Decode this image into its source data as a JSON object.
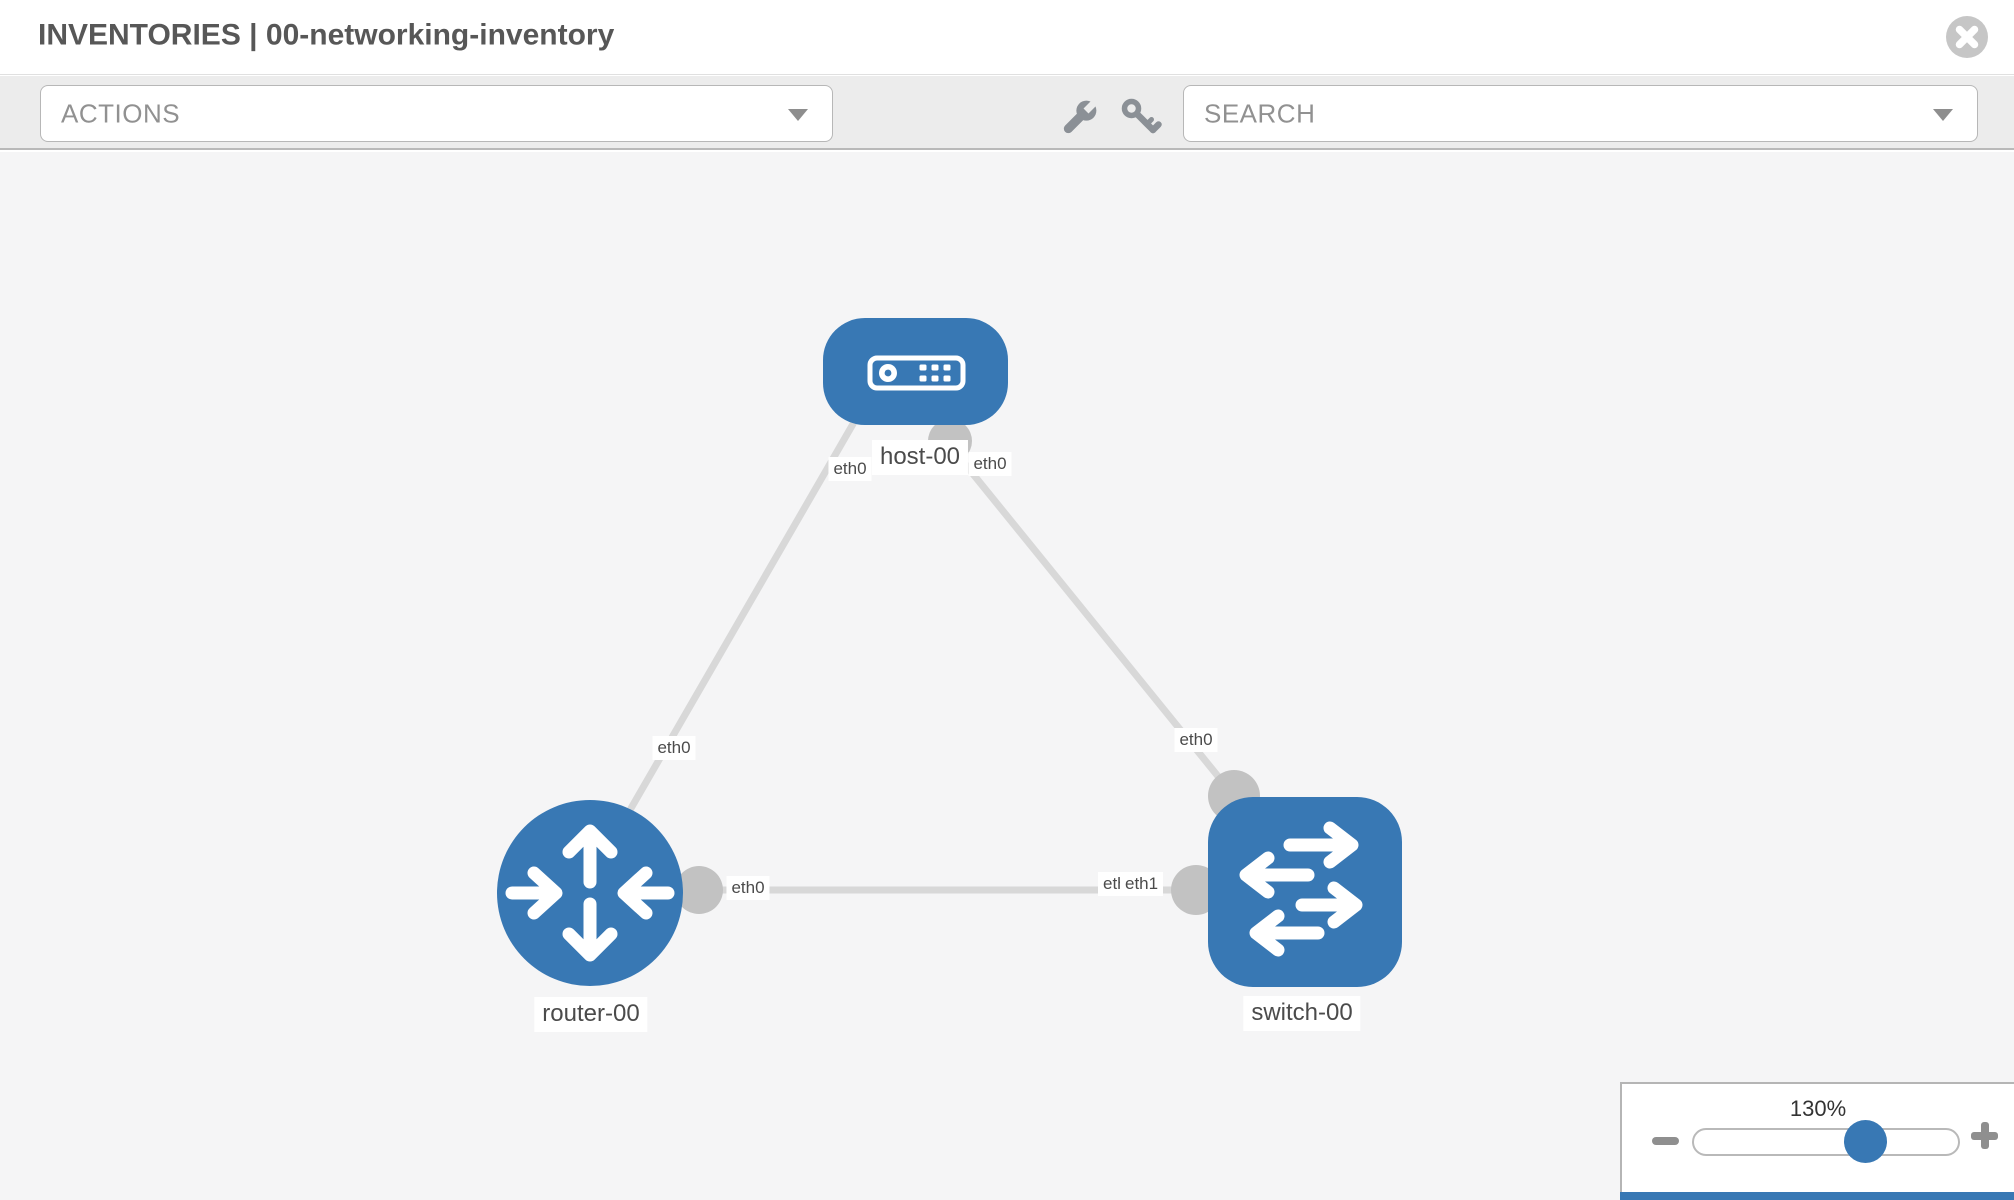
{
  "header": {
    "title": "INVENTORIES | 00-networking-inventory"
  },
  "toolbar": {
    "actions_label": "ACTIONS",
    "search_placeholder": "SEARCH"
  },
  "topology": {
    "nodes": [
      {
        "label": "host-00",
        "type": "host"
      },
      {
        "label": "router-00",
        "type": "router"
      },
      {
        "label": "switch-00",
        "type": "switch"
      }
    ],
    "links": [
      {
        "from": "host-00",
        "to": "router-00",
        "from_iface": "eth0",
        "to_iface": "eth0"
      },
      {
        "from": "host-00",
        "to": "switch-00",
        "from_iface": "eth0",
        "to_iface": "eth0"
      },
      {
        "from": "router-00",
        "to": "switch-00",
        "from_iface": "eth0",
        "to_iface": "eth1"
      }
    ],
    "iface_labels": [
      "eth0",
      "eth0",
      "eth0",
      "eth0",
      "eth0",
      "eth0",
      "eth1"
    ]
  },
  "zoom_control": {
    "level": "130%"
  },
  "colors": {
    "node_blue": "#3878b4",
    "link_gray": "#d8d8d8",
    "connector_gray": "#c2c2c2",
    "toolbar_icon_gray": "#8b9096"
  }
}
